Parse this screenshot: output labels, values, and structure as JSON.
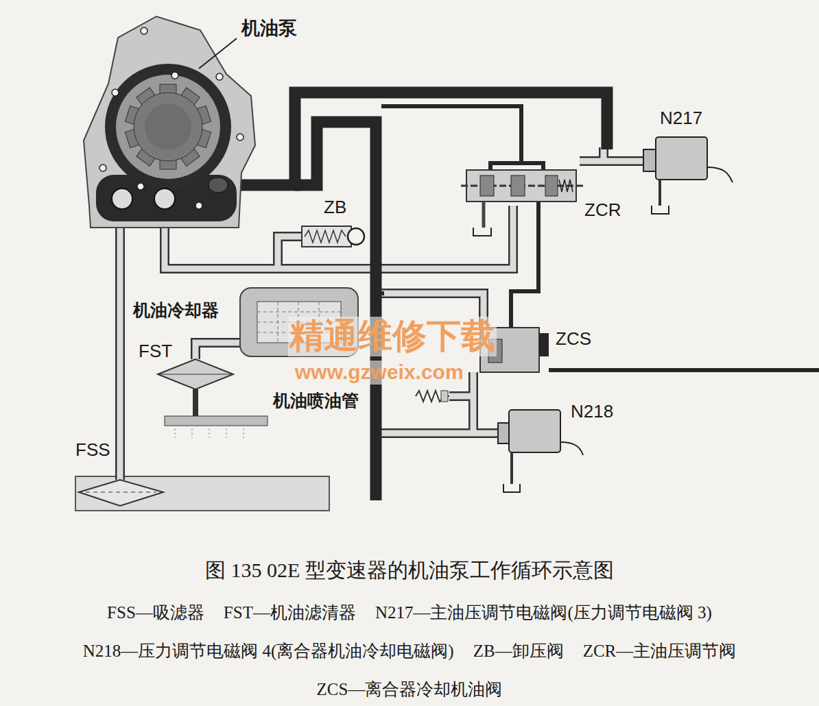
{
  "diagram": {
    "caption": "图 135 02E 型变速器的机油泵工作循环示意图",
    "labels": [
      "机油泵",
      "ZB",
      "N217",
      "ZCR",
      "机油冷却器",
      "FST",
      "机油喷油管",
      "ZCS",
      "N218",
      "FSS",
      "精通维修下载",
      "www.gzweix.com",
      "FSS—吸滤器",
      "FST—机油滤清器",
      "N217—主油压调节电磁阀(压力调节电磁阀 3)",
      "N218—压力调节电磁阀 4(离合器机油冷却电磁阀)",
      "ZB—卸压阀",
      "ZCR—主油压调节阀",
      "ZCS—离合器冷却机油阀"
    ]
  }
}
